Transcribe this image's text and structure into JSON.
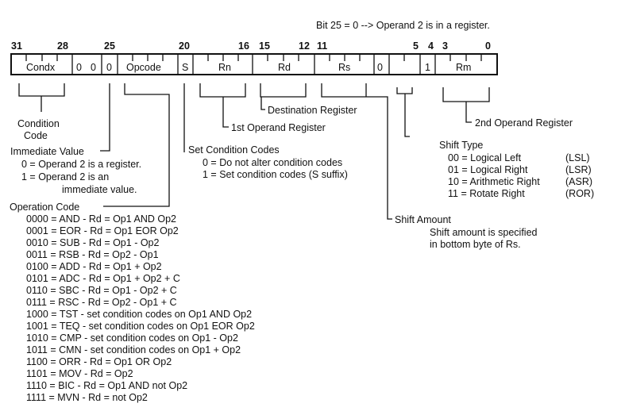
{
  "note": "Bit 25 = 0 --> Operand 2 is in a register.",
  "bits": [
    "31",
    "28",
    "25",
    "20",
    "16",
    "15",
    "12",
    "11",
    "5",
    "4",
    "3",
    "0"
  ],
  "fields": [
    "Condx",
    "0",
    "0",
    "0",
    "Opcode",
    "S",
    "Rn",
    "Rd",
    "Rs",
    "0",
    "1",
    "Rm"
  ],
  "labels": {
    "cond": [
      "Condition",
      "Code"
    ],
    "imm": [
      "Immediate Value",
      "0 = Operand 2 is a register.",
      "1 = Operand 2 is an",
      "immediate value."
    ],
    "setcc": [
      "Set Condition Codes",
      "0 = Do not alter condition codes",
      "1 = Set condition codes  (S suffix)"
    ],
    "dest": "Destination Register",
    "op1": "1st Operand Register",
    "op2": "2nd Operand Register",
    "shift_type": "Shift Type",
    "shift_types": [
      [
        "00 = Logical Left",
        "(LSL)"
      ],
      [
        "01 = Logical Right",
        "(LSR)"
      ],
      [
        "10 = Arithmetic Right",
        "(ASR)"
      ],
      [
        "11 = Rotate Right",
        "(ROR)"
      ]
    ],
    "shift_amount": [
      "Shift Amount",
      "Shift amount is specified",
      "in bottom byte of Rs."
    ],
    "opcode_title": "Operation Code",
    "opcodes": [
      "0000 = AND - Rd = Op1 AND Op2",
      "0001 = EOR - Rd = Op1 EOR Op2",
      "0010 = SUB - Rd = Op1 - Op2",
      "0011 = RSB - Rd = Op2 - Op1",
      "0100 = ADD - Rd = Op1 + Op2",
      "0101 = ADC - Rd = Op1 + Op2 + C",
      "0110 = SBC - Rd = Op1 - Op2 + C",
      "0111 = RSC - Rd = Op2 - Op1 + C",
      "1000 = TST  - set condition codes on Op1 AND Op2",
      "1001 = TEQ - set condition codes on Op1 EOR Op2",
      "1010 = CMP - set condition codes on Op1 - Op2",
      "1011 = CMN - set condition codes on Op1 + Op2",
      "1100 = ORR - Rd = Op1 OR Op2",
      "1101 = MOV - Rd = Op2",
      "1110 = BIC  - Rd = Op1 AND not Op2",
      "1111 = MVN - Rd = not Op2"
    ]
  }
}
